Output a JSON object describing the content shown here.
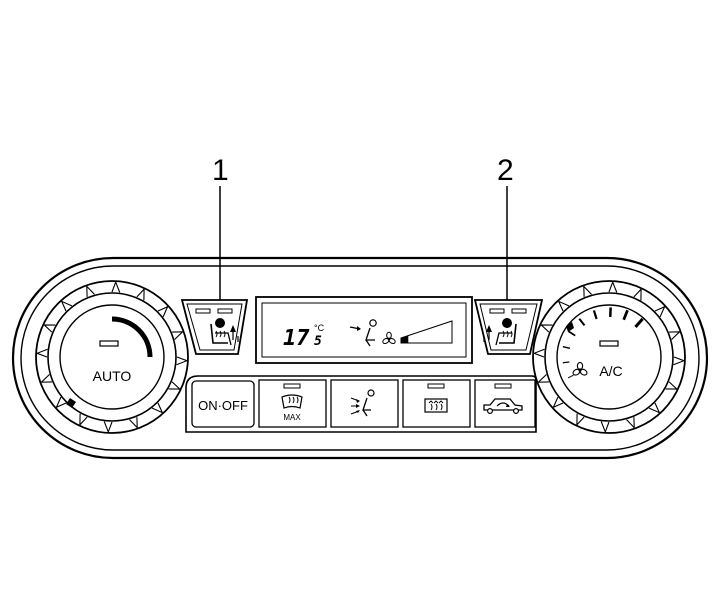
{
  "callouts": {
    "left": "1",
    "right": "2"
  },
  "left_knob": {
    "label": "AUTO"
  },
  "right_knob": {
    "label": "A/C"
  },
  "display": {
    "temperature": "17",
    "temperature_decimal": "5",
    "unit": "°C",
    "fan_level": 1,
    "fan_levels_total": 7
  },
  "buttons": {
    "on_off": "ON·OFF",
    "max_defrost_sub": "MAX"
  },
  "icons": {
    "left_seat_heater": "seat-heater-icon",
    "right_seat_heater": "seat-heater-icon",
    "max_defrost": "windshield-defrost-icon",
    "air_distribution": "air-distribution-icon",
    "rear_defrost": "rear-defrost-icon",
    "recirculation": "recirculation-icon",
    "fan": "fan-icon"
  }
}
